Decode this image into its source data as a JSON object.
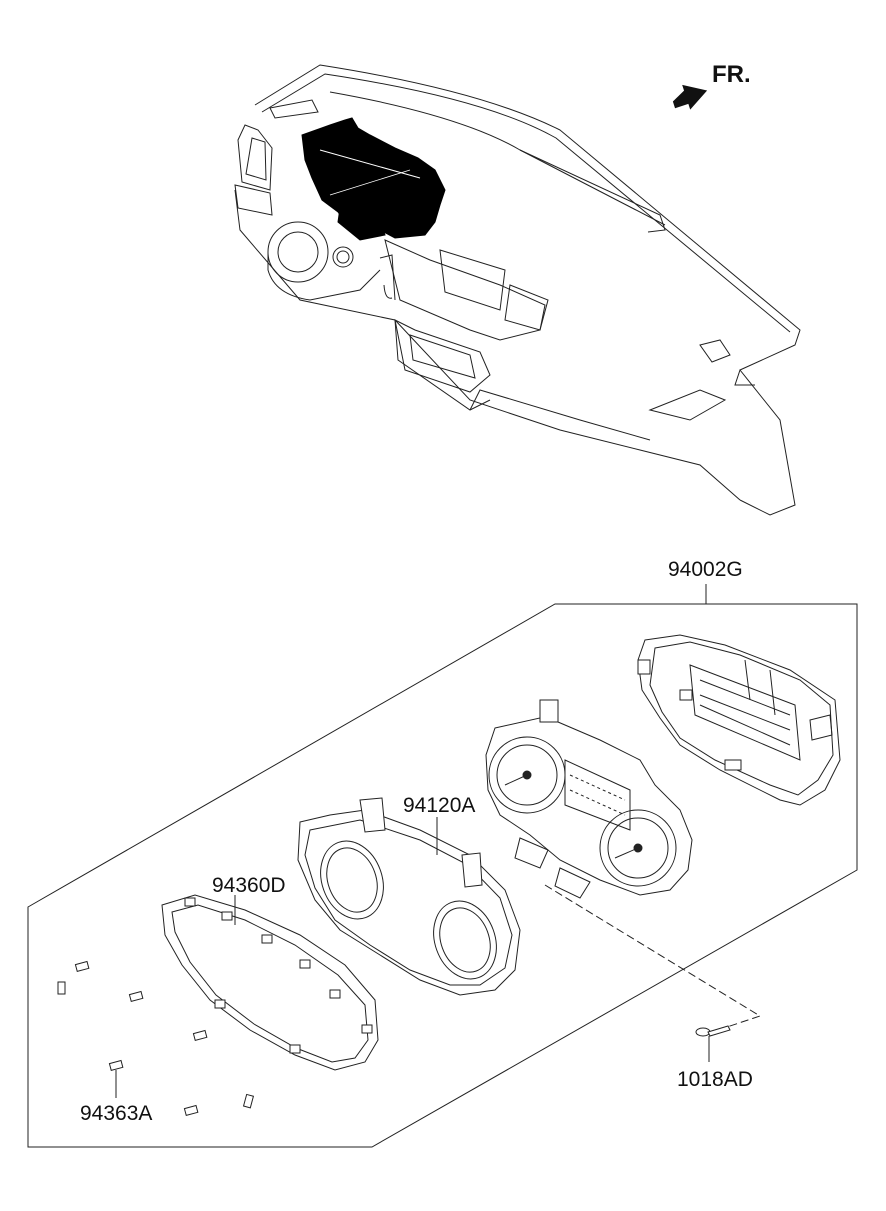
{
  "direction_indicator": {
    "label": "FR.",
    "arrow_icon": "arrow-right-icon"
  },
  "callouts": {
    "assembly": "94002G",
    "speedometer": "94120A",
    "window_glass": "94360D",
    "clip": "94363A",
    "screw": "1018AD"
  }
}
